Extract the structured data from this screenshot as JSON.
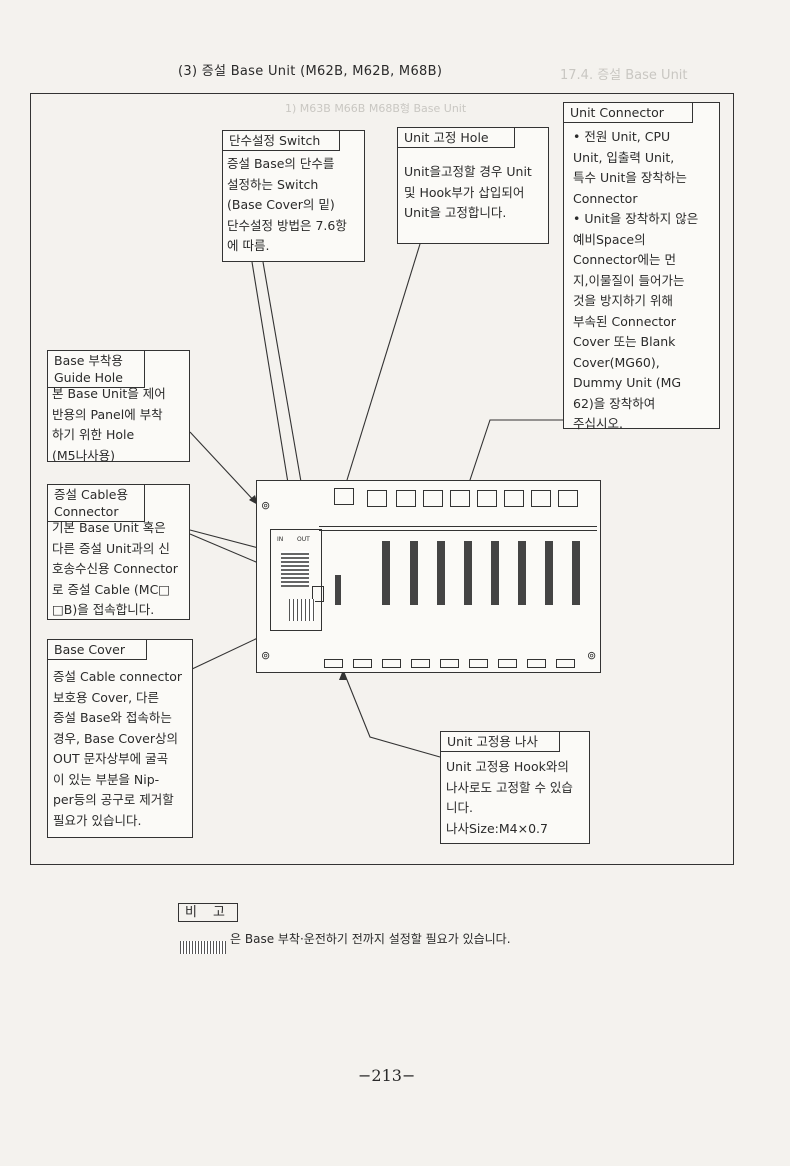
{
  "header": {
    "title": "(3) 증설 Base Unit (M62B, M62B, M68B)",
    "ghost_right": "17.4. 증설 Base Unit",
    "ghost_inner": "1) M63B M66B M68B형 Base Unit"
  },
  "callouts": {
    "connector": {
      "title": "Unit Connector",
      "body": "• 전원 Unit, CPU\n  Unit, 입출력 Unit,\n  특수 Unit을 장착하는\n  Connector\n• Unit을 장착하지 않은\n  예비Space의\n  Connector에는 먼\n  지,이물질이 들어가는\n  것을 방지하기 위해\n  부속된 Connector\n  Cover 또는 Blank\n  Cover(MG60),\n  Dummy Unit (MG\n  62)을 장착하여\n  주십시오."
    },
    "switch": {
      "title": "단수설정 Switch",
      "body": "증설 Base의 단수를\n설정하는 Switch\n(Base Cover의 밑)\n단수설정 방법은 7.6항\n에 따름."
    },
    "fix_hole": {
      "title": "Unit 고정 Hole",
      "body": "Unit을고정할 경우 Unit\n및 Hook부가 삽입되어\nUnit을 고정합니다."
    },
    "guide_hole": {
      "title": "Base 부착용\nGuide Hole",
      "body": "본 Base Unit을 제어\n반용의 Panel에 부착\n하기 위한 Hole\n(M5나사용)"
    },
    "cable_conn": {
      "title": "증설 Cable용\nConnector",
      "body": "기본 Base Unit 혹은\n다른 증설 Unit과의 신\n호송수신용 Connector\n로 증설 Cable (MC□\n□B)을 접속합니다."
    },
    "cover": {
      "title": "Base Cover",
      "body": "증설 Cable connector\n보호용 Cover, 다른\n증설 Base와 접속하는\n경우, Base Cover상의\nOUT 문자상부에 굴곡\n이 있는 부분을 Nip-\nper등의 공구로 제거할\n필요가 있습니다."
    },
    "screw": {
      "title": "Unit 고정용 나사",
      "body": "Unit 고정용 Hook와의\n나사로도 고정할 수 있습\n니다.\n나사Size:M4×0.7"
    }
  },
  "diagram": {
    "in_label": "IN",
    "out_label": "OUT"
  },
  "note": {
    "header": "비 고",
    "text": "은 Base 부착·운전하기 전까지 설정할 필요가 있습니다."
  },
  "page_number": "−213−"
}
